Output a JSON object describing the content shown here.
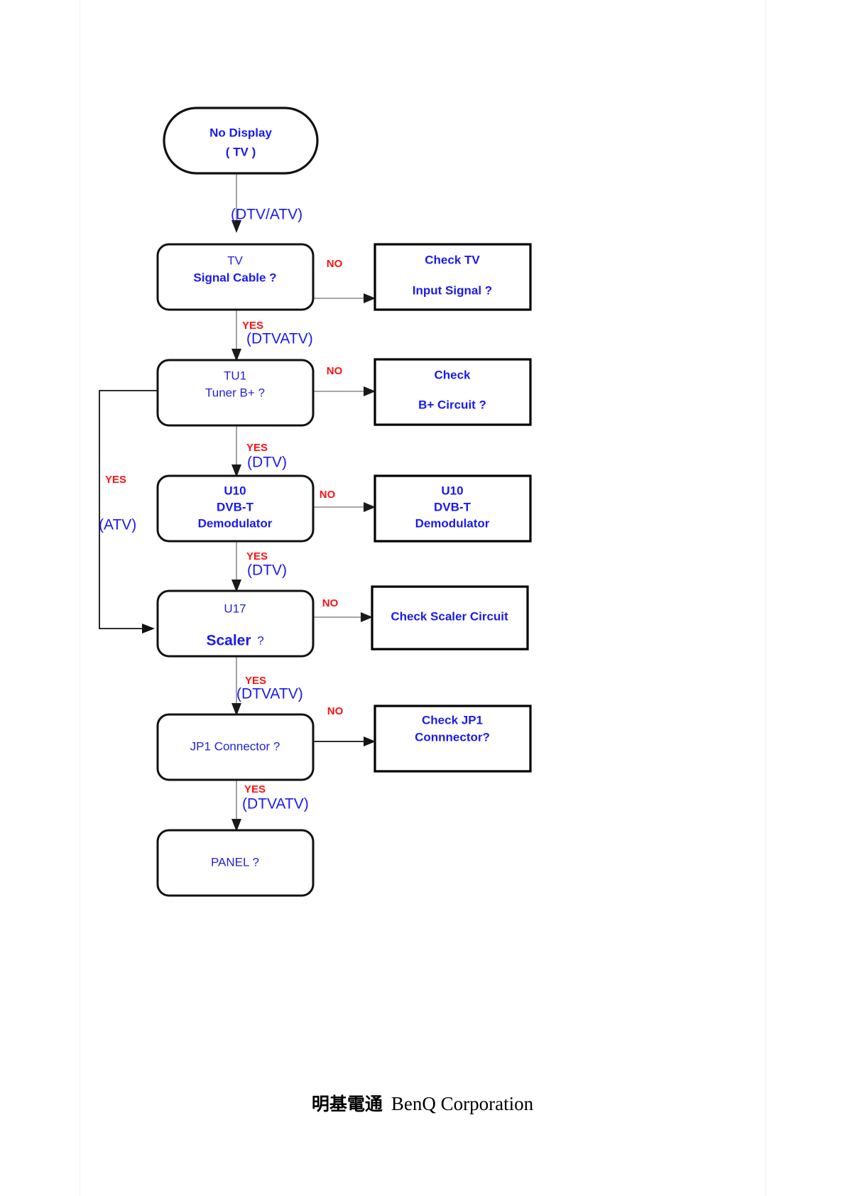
{
  "document": {
    "title": "No Display (TV) Troubleshooting Flowchart",
    "background_color": "#ffffff"
  },
  "colors": {
    "node_text": "#1a1aee",
    "yes_no_label": "#ff1111",
    "mode_label": "#1a1aee",
    "shape_border": "#111111",
    "connector": "#8a8a8a"
  },
  "chart_data": {
    "type": "diagram",
    "title": "No Display ( TV )",
    "nodes": [
      {
        "id": "start",
        "shape": "stadium",
        "lines": [
          "No Display",
          "( TV )"
        ]
      },
      {
        "id": "tv_signal",
        "shape": "rounded",
        "lines": [
          "TV",
          "Signal Cable ?"
        ]
      },
      {
        "id": "check_tv",
        "shape": "rect",
        "lines": [
          "Check TV",
          "Input Signal  ?"
        ]
      },
      {
        "id": "tu1",
        "shape": "rounded",
        "lines": [
          "TU1",
          "Tuner B+ ?"
        ]
      },
      {
        "id": "check_bplus",
        "shape": "rect",
        "lines": [
          "Check",
          "B+ Circuit  ?"
        ]
      },
      {
        "id": "u10",
        "shape": "rounded",
        "lines": [
          "U10",
          "DVB-T",
          "Demodulator"
        ]
      },
      {
        "id": "u10_check",
        "shape": "rect",
        "lines": [
          "U10",
          "DVB-T",
          "Demodulator"
        ]
      },
      {
        "id": "u17",
        "shape": "rounded",
        "lines": [
          "U17",
          "Scaler ?"
        ]
      },
      {
        "id": "check_scaler",
        "shape": "rect",
        "lines": [
          "Check Scaler Circuit"
        ]
      },
      {
        "id": "jp1",
        "shape": "rounded",
        "lines": [
          "JP1 Connector ?"
        ]
      },
      {
        "id": "check_jp1",
        "shape": "rect",
        "lines": [
          "Check JP1",
          "Connnector?"
        ]
      },
      {
        "id": "panel",
        "shape": "rounded",
        "lines": [
          "PANEL ?"
        ]
      }
    ],
    "edges": [
      {
        "from": "start",
        "to": "tv_signal",
        "answer": "",
        "mode": "(DTV/ATV)"
      },
      {
        "from": "tv_signal",
        "to": "check_tv",
        "answer": "NO",
        "mode": ""
      },
      {
        "from": "tv_signal",
        "to": "tu1",
        "answer": "YES",
        "mode": "(DTVATV)"
      },
      {
        "from": "tu1",
        "to": "check_bplus",
        "answer": "NO",
        "mode": ""
      },
      {
        "from": "tu1",
        "to": "u10",
        "answer": "YES",
        "mode": "(DTV)"
      },
      {
        "from": "tu1",
        "to": "u17",
        "answer": "YES",
        "mode": "(ATV)"
      },
      {
        "from": "u10",
        "to": "u10_check",
        "answer": "NO",
        "mode": ""
      },
      {
        "from": "u10",
        "to": "u17",
        "answer": "YES",
        "mode": "(DTV)"
      },
      {
        "from": "u17",
        "to": "check_scaler",
        "answer": "NO",
        "mode": ""
      },
      {
        "from": "u17",
        "to": "jp1",
        "answer": "YES",
        "mode": "(DTVATV)"
      },
      {
        "from": "jp1",
        "to": "check_jp1",
        "answer": "NO",
        "mode": ""
      },
      {
        "from": "jp1",
        "to": "panel",
        "answer": "YES",
        "mode": "(DTVATV)"
      }
    ]
  },
  "nodes": {
    "start": {
      "line1": "No Display",
      "line2": "( TV )"
    },
    "tv_signal": {
      "line1": "TV",
      "line2": "Signal Cable ?"
    },
    "check_tv": {
      "line1": "Check TV",
      "line2": "Input Signal  ?"
    },
    "tu1": {
      "line1": "TU1",
      "line2": "Tuner B+ ?"
    },
    "check_bplus": {
      "line1": "Check",
      "line2": "B+ Circuit  ?"
    },
    "u10": {
      "line1": "U10",
      "line2": "DVB-T",
      "line3": "Demodulator"
    },
    "u10_check": {
      "line1": "U10",
      "line2": "DVB-T",
      "line3": "Demodulator"
    },
    "u17": {
      "line1": "U17",
      "line2": "Scaler",
      "line2b": " ?"
    },
    "check_scaler": {
      "line1": "Check Scaler Circuit"
    },
    "jp1": {
      "line1": "JP1 Connector ?"
    },
    "check_jp1": {
      "line1": "Check JP1",
      "line2": "Connnector?"
    },
    "panel": {
      "line1": "PANEL ?"
    }
  },
  "edge_labels": {
    "start_mode": "(DTV/ATV)",
    "tv_no": "NO",
    "tv_yes": "YES",
    "tv_yes_mode": "(DTVATV)",
    "tu1_no": "NO",
    "tu1_yes": "YES",
    "tu1_yes_mode": "(DTV)",
    "atv_yes": "YES",
    "atv_mode": "(ATV)",
    "u10_no": "NO",
    "u10_yes": "YES",
    "u10_yes_mode": "(DTV)",
    "u17_no": "NO",
    "u17_yes": "YES",
    "u17_yes_mode": "(DTVATV)",
    "jp1_no": "NO",
    "jp1_yes": "YES",
    "jp1_yes_mode": "(DTVATV)"
  },
  "footer": {
    "company_cjk": "明基電通",
    "company_latin": "BenQ Corporation"
  }
}
